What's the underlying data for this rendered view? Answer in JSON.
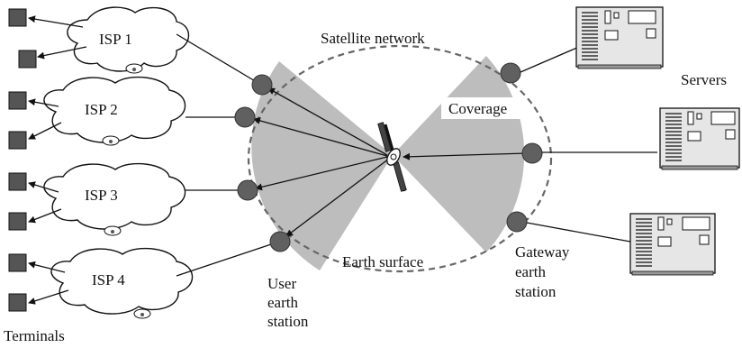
{
  "labels": {
    "satellite_network": "Satellite network",
    "coverage": "Coverage",
    "servers": "Servers",
    "earth_surface": "Earth surface",
    "user_earth_station": [
      "User",
      "earth",
      "station"
    ],
    "gateway_earth_station": [
      "Gateway",
      "earth",
      "station"
    ],
    "terminals": "Terminals"
  },
  "isps": [
    {
      "label": "ISP 1"
    },
    {
      "label": "ISP 2"
    },
    {
      "label": "ISP 3"
    },
    {
      "label": "ISP 4"
    }
  ],
  "colors": {
    "beam": "#bdbdbd",
    "station": "#606060",
    "terminal": "#555555",
    "dashed_circle": "#666666"
  }
}
